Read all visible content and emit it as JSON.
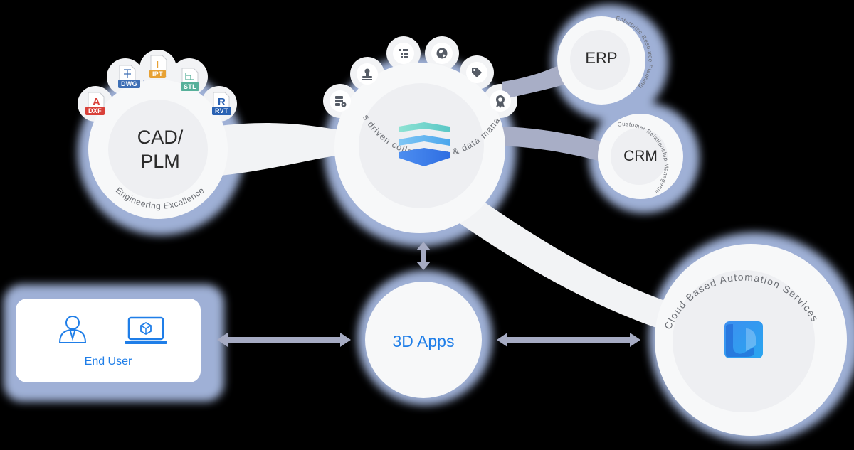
{
  "cad": {
    "title": "CAD/\nPLM",
    "arc_label": "Engineering Excellence",
    "files": [
      {
        "label": "DXF",
        "icon": "autocad-dxf-icon",
        "color": "#d9413a"
      },
      {
        "label": "DWG",
        "icon": "dwg-file-icon",
        "color": "#3e6fb5"
      },
      {
        "label": "IPT",
        "icon": "inventor-ipt-icon",
        "color": "#e7a134"
      },
      {
        "label": "STL",
        "icon": "stl-file-icon",
        "color": "#57b09a"
      },
      {
        "label": "RVT",
        "icon": "revit-rvt-icon",
        "color": "#2a62b3"
      }
    ]
  },
  "hub": {
    "arc_label": "process driven collaboration & data management",
    "logo": "layered-stack-logo",
    "ring_icons": [
      "database-gear-icon",
      "stamp-icon",
      "list-tree-icon",
      "globe-icon",
      "tag-icon",
      "award-badge-icon"
    ]
  },
  "erp": {
    "title": "ERP",
    "arc_label": "Enterprise Resource Planning"
  },
  "crm": {
    "title": "CRM",
    "arc_label": "Customer Relationship Management"
  },
  "apps": {
    "title": "3D Apps"
  },
  "cloud": {
    "arc_label": "Cloud Based Automation Services",
    "logo": "s-cube-logo"
  },
  "end_user": {
    "label": "End User",
    "icons": [
      "user-icon",
      "laptop-cube-icon"
    ]
  },
  "colors": {
    "accent_blue": "#1f7ee8",
    "halo": "#9fb0d6",
    "ring_fill": "#f2f3f5",
    "connector": "#a3a8c0"
  }
}
